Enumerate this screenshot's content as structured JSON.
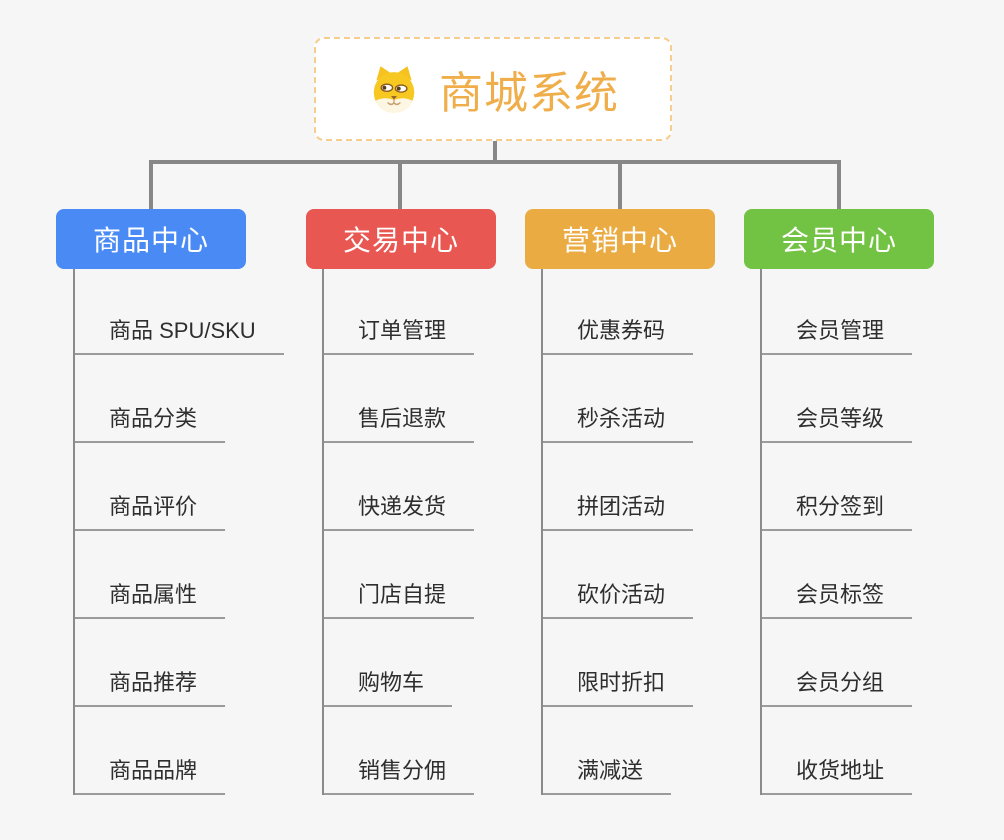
{
  "canvas": {
    "background": "#f5f6f5",
    "connector_color": "#878787",
    "underline_color": "#9b9b9b"
  },
  "root": {
    "title": "商城系统",
    "icon": "dog-face-icon",
    "text_color": "#f0ae4b",
    "border_color": "#f6cd8e",
    "background": "#ffffff"
  },
  "branches": [
    {
      "label": "商品中心",
      "color": "#4a8af4",
      "children": [
        "商品 SPU/SKU",
        "商品分类",
        "商品评价",
        "商品属性",
        "商品推荐",
        "商品品牌"
      ]
    },
    {
      "label": "交易中心",
      "color": "#e95752",
      "children": [
        "订单管理",
        "售后退款",
        "快递发货",
        "门店自提",
        "购物车",
        "销售分佣"
      ]
    },
    {
      "label": "营销中心",
      "color": "#ebab43",
      "children": [
        "优惠券码",
        "秒杀活动",
        "拼团活动",
        "砍价活动",
        "限时折扣",
        "满减送"
      ]
    },
    {
      "label": "会员中心",
      "color": "#72c243",
      "children": [
        "会员管理",
        "会员等级",
        "积分签到",
        "会员标签",
        "会员分组",
        "收货地址"
      ]
    }
  ]
}
